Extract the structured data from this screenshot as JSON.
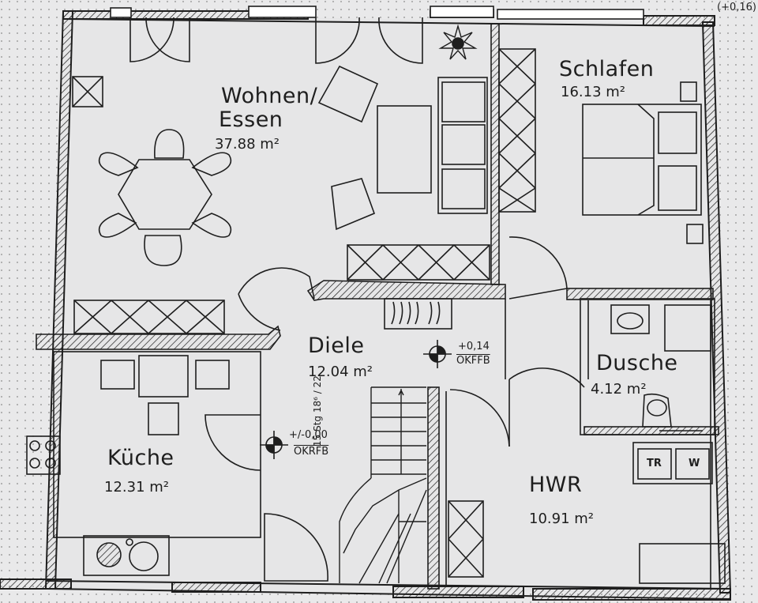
{
  "corner_label": "(+0,16)",
  "rooms": {
    "wohnen": {
      "name_line1": "Wohnen/",
      "name_line2": "Essen",
      "area": "37.88 m²"
    },
    "schlafen": {
      "name": "Schlafen",
      "area": "16.13 m²"
    },
    "diele": {
      "name": "Diele",
      "area": "12.04 m²"
    },
    "dusche": {
      "name": "Dusche",
      "area": "4.12 m²"
    },
    "kueche": {
      "name": "Küche",
      "area": "12.31 m²"
    },
    "hwr": {
      "name": "HWR",
      "area": "10.91 m²"
    }
  },
  "levels": {
    "diele": {
      "value": "+0,14",
      "ref": "OKFFB"
    },
    "entry": {
      "value": "+/-0,00",
      "ref": "OKRFB"
    }
  },
  "stairs": {
    "label": "15 Stg 18⁶ / 22"
  },
  "appliances": {
    "dryer": "TR",
    "washer": "W"
  },
  "colors": {
    "paper": "#e9e9ea",
    "ink": "#1e1e1e",
    "wall_fill": "#ffffff"
  }
}
